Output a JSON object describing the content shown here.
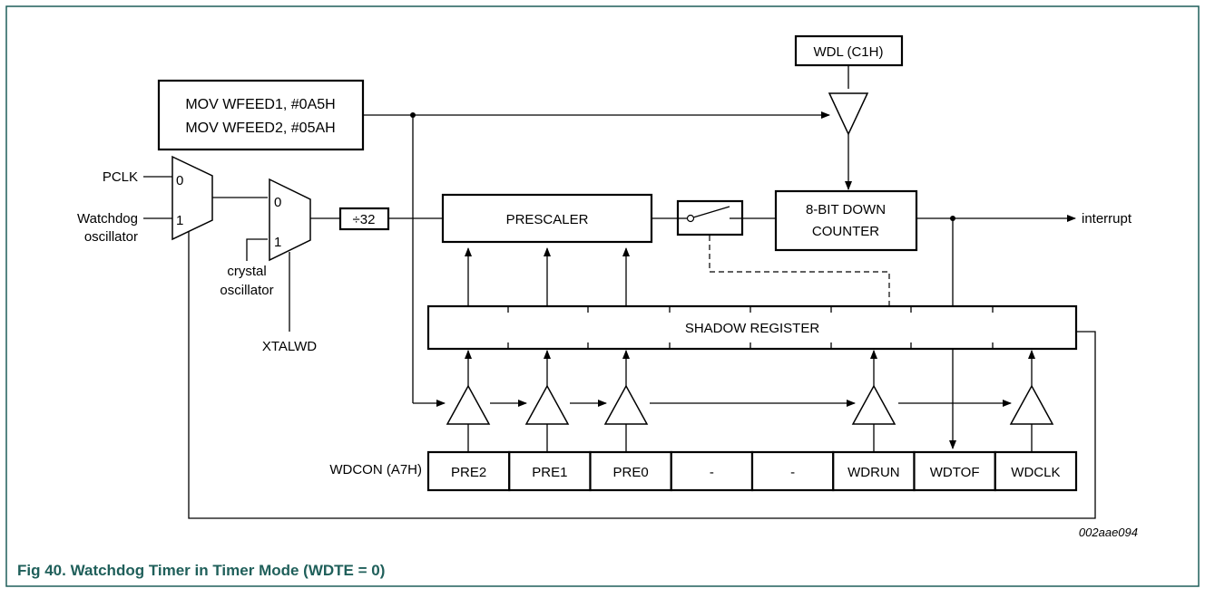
{
  "diagram": {
    "feed_code_line1": "MOV WFEED1, #0A5H",
    "feed_code_line2": "MOV WFEED2, #05AH",
    "wdl_label": "WDL (C1H)",
    "pclk_label": "PCLK",
    "watchdog_osc_line1": "Watchdog",
    "watchdog_osc_line2": "oscillator",
    "mux1_in0": "0",
    "mux1_in1": "1",
    "mux2_in0": "0",
    "mux2_in1": "1",
    "crystal_line1": "crystal",
    "crystal_line2": "oscillator",
    "xtalwd_label": "XTALWD",
    "divider_label": "÷32",
    "prescaler_label": "PRESCALER",
    "counter_line1": "8-BIT DOWN",
    "counter_line2": "COUNTER",
    "interrupt_label": "interrupt",
    "shadow_label": "SHADOW REGISTER",
    "wdcon_label": "WDCON (A7H)",
    "wdcon_bits": [
      "PRE2",
      "PRE1",
      "PRE0",
      "-",
      "-",
      "WDRUN",
      "WDTOF",
      "WDCLK"
    ],
    "figure_ref": "002aae094",
    "caption": "Fig 40.   Watchdog Timer in Timer Mode (WDTE = 0)"
  },
  "colors": {
    "frame_border": "#1f5f5a",
    "caption_text": "#1f5f5a"
  }
}
